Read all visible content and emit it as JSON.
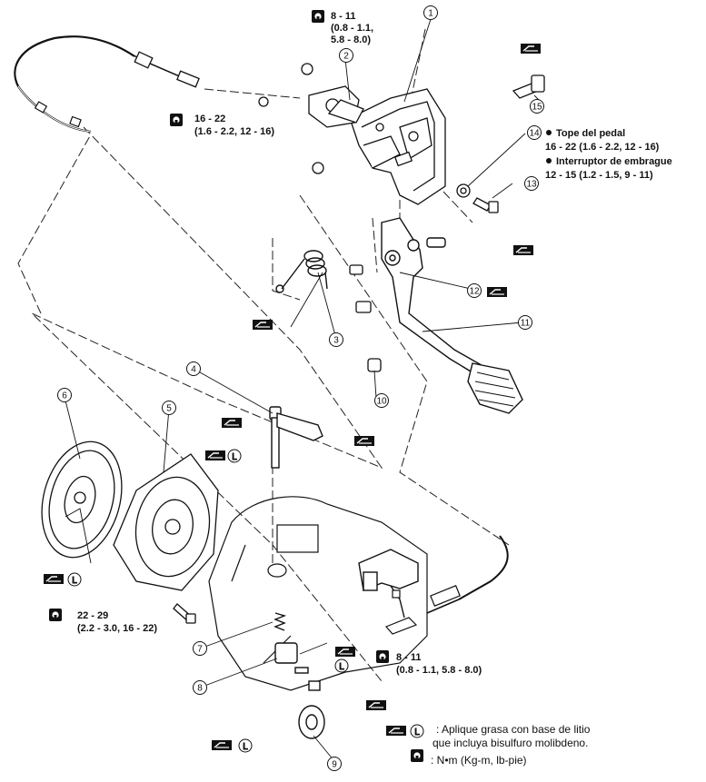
{
  "torques": {
    "t1": {
      "line1": "8 - 11",
      "line2": "(0.8 - 1.1,",
      "line3": "5.8 - 8.0)"
    },
    "t2": {
      "line1": "16 - 22",
      "line2": "(1.6 - 2.2, 12 - 16)"
    },
    "t3": {
      "line1": "22 - 29",
      "line2": "(2.2 - 3.0, 16 - 22)"
    },
    "t4": {
      "line1": "8 - 11",
      "line2": "(0.8 - 1.1, 5.8 - 8.0)"
    }
  },
  "specs": {
    "tope_label": "Tope del pedal",
    "tope_value": "16 - 22 (1.6 - 2.2, 12 - 16)",
    "interruptor_label": "Interruptor de embrague",
    "interruptor_value": "12 - 15 (1.2 - 1.5, 9 - 11)"
  },
  "callouts": [
    "1",
    "2",
    "3",
    "4",
    "5",
    "6",
    "7",
    "8",
    "9",
    "10",
    "11",
    "12",
    "13",
    "14",
    "15"
  ],
  "legend": {
    "grease_line1": ": Aplique grasa con base de litio",
    "grease_line2": "que incluya bisulfuro molibdeno.",
    "torque_unit": ": N•m (Kg-m, lb-pie)",
    "grease_symbol_letter": "L"
  }
}
